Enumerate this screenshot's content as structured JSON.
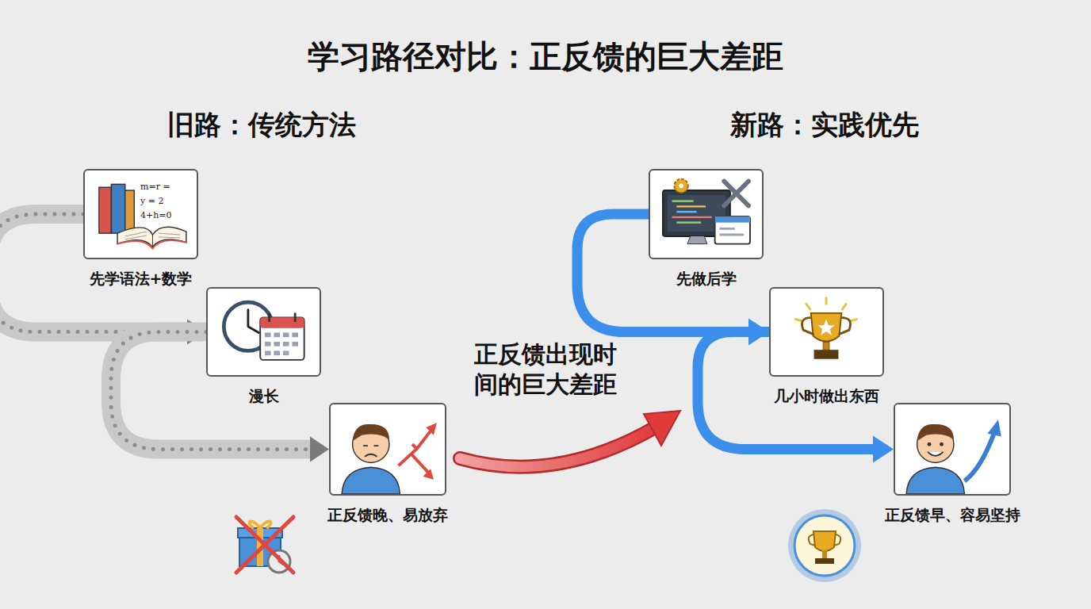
{
  "diagram": {
    "title": "学习路径对比：正反馈的巨大差距",
    "nodes": [
      {
        "text": [
          "先学语法+数学"
        ]
      },
      {
        "text": [
          "漫长"
        ]
      },
      {
        "text": [
          "正反馈晚、易放弃"
        ]
      },
      {
        "text": [
          "先做后学"
        ]
      },
      {
        "text": [
          "几小时做出东西"
        ]
      },
      {
        "text": [
          "正反馈早、容易坚持"
        ]
      }
    ],
    "edges": [
      {
        "from": 0,
        "to": 1,
        "arrow": "to"
      },
      {
        "from": 1,
        "to": 2,
        "arrow": "to"
      },
      {
        "from": 3,
        "to": 4,
        "arrow": "to"
      },
      {
        "from": 4,
        "to": 5,
        "arrow": "to"
      }
    ],
    "labels": [
      "旧路：传统方法",
      "新路：实践优先",
      "正反馈出现时间的巨大差距",
      "m=r =",
      "y = 2",
      "4+h=0"
    ]
  }
}
